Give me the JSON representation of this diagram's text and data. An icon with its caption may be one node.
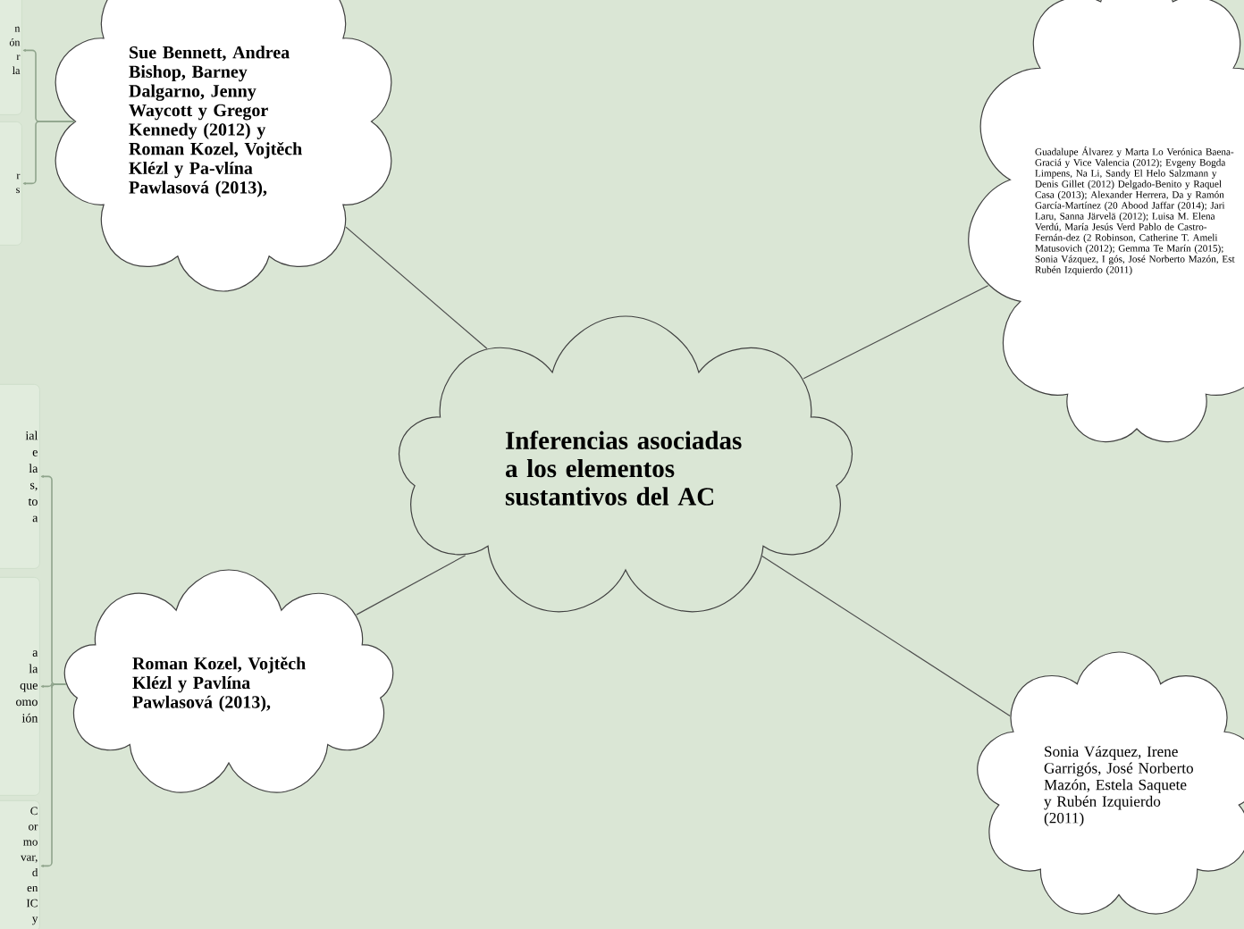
{
  "diagram": {
    "nodes": [
      {
        "text": [
          "Inferencias asociadas a los elementos sustantivos del AC"
        ]
      },
      {
        "text": [
          "Sue Bennett, Andrea Bishop, Barney Dalgarno, Jenny Waycott y Gregor Kennedy (2012) y Roman Kozel, Vojtěch Klézl y Pa-vlína Pawlasová (2013),"
        ]
      },
      {
        "text": [
          "Guadalupe Álvarez y Marta Lo Verónica Baena-Graciá y Vice Valencia (2012); Evgeny Bogda Limpens, Na Li, Sandy El Helo Salzmann y Denis Gillet (2012) Delgado-Benito y Raquel Casa (2013); Alexander Herrera, Da y Ramón García-Martínez (20 Abood Jaffar (2014); Jari Laru, Sanna Järvelä (2012); Luisa M. Elena Verdú, María Jesús Verd Pablo de Castro-Fernán-dez (2 Robinson, Catherine T. Ameli Matusovich (2012); Gemma Te Marín (2015); Sonia Vázquez, I gós, José Norberto Mazón, Est Rubén Izquierdo (2011)"
        ]
      },
      {
        "text": [
          "Roman Kozel, Vojtěch Klézl y Pavlína Pawlasová (2013),"
        ]
      },
      {
        "text": [
          "Sonia Vázquez, Irene Garrigós, José Norberto Mazón, Estela Saquete y Rubén Izquierdo (2011)"
        ]
      },
      {
        "text": [
          "n ón r la"
        ]
      },
      {
        "text": [
          "r s"
        ]
      },
      {
        "text": [
          "ial e la s, to a"
        ]
      },
      {
        "text": [
          "a la que omo ión"
        ]
      },
      {
        "text": [
          "C or mo var, d en IC y"
        ]
      }
    ],
    "edges": [
      {
        "from": 0,
        "to": 1,
        "arrow": "none"
      },
      {
        "from": 0,
        "to": 2,
        "arrow": "none"
      },
      {
        "from": 0,
        "to": 3,
        "arrow": "none"
      },
      {
        "from": 0,
        "to": 4,
        "arrow": "none"
      },
      {
        "from": 1,
        "to": 5,
        "arrow": "to"
      },
      {
        "from": 1,
        "to": 6,
        "arrow": "to"
      },
      {
        "from": 3,
        "to": 7,
        "arrow": "to"
      },
      {
        "from": 3,
        "to": 8,
        "arrow": "to"
      },
      {
        "from": 3,
        "to": 9,
        "arrow": "to"
      }
    ]
  }
}
